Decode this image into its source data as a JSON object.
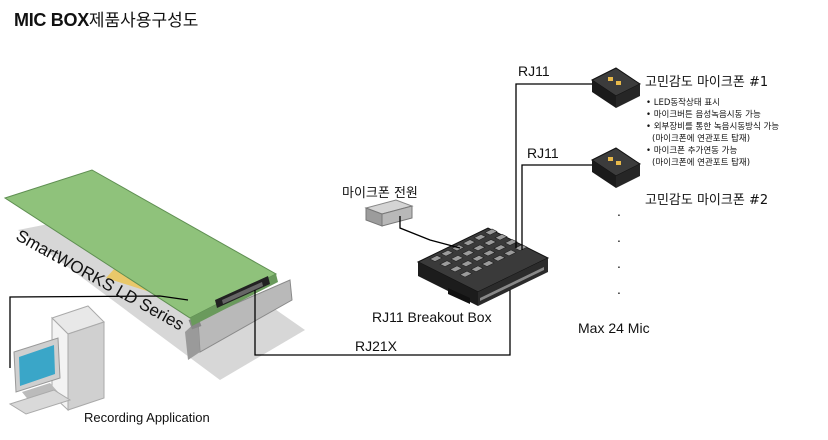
{
  "title": {
    "bold": "MIC BOX",
    "rest": "제품사용구성도"
  },
  "card_label": "SmartWORKS LD Series",
  "power_label": "마이크폰 전원",
  "rj11_top": "RJ11",
  "rj11_mid": "RJ11",
  "mic1_label": "고민감도 마이크폰 #1",
  "mic2_label": "고민감도 마이크폰 #2",
  "features": [
    "• LED동작상태 표시",
    "• 마이크버튼 음성녹음시동 가능",
    "• 외부장비를 통한 녹음시동방식 가능",
    "  (마이크폰에 연관포트 탑재)",
    "• 마이크폰 추가연동 가능",
    "  (마이크폰에 연관포트 탑재)"
  ],
  "breakout_label": "RJ11 Breakout Box",
  "max_label": "Max 24 Mic",
  "rj21x_label": "RJ21X",
  "pc_label": "Recording Application",
  "ellipsis": ".",
  "colors": {
    "card": "#8fc27b",
    "box": "#2a2a2a",
    "line": "#000000",
    "shadow": "#cfcfcf"
  }
}
